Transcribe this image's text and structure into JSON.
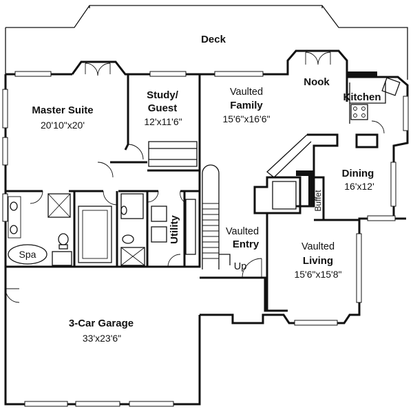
{
  "rooms": {
    "deck": {
      "name": "Deck"
    },
    "nook": {
      "name": "Nook"
    },
    "kitchen": {
      "name": "Kitchen"
    },
    "study": {
      "name_line1": "Study/",
      "name_line2": "Guest",
      "dims": "12'x11'6\""
    },
    "family": {
      "prefix": "Vaulted",
      "name": "Family",
      "dims": "15'6\"x16'6\""
    },
    "master": {
      "name": "Master Suite",
      "dims": "20'10\"x20'"
    },
    "dining": {
      "name": "Dining",
      "dims": "16'x12'"
    },
    "buffet": {
      "name": "Buffet"
    },
    "utility": {
      "name": "Utility"
    },
    "entry": {
      "prefix": "Vaulted",
      "name": "Entry"
    },
    "up": {
      "name": "Up"
    },
    "spa": {
      "name": "Spa"
    },
    "living": {
      "prefix": "Vaulted",
      "name": "Living",
      "dims": "15'6\"x15'8\""
    },
    "garage": {
      "name": "3-Car Garage",
      "dims": "33'x23'6\""
    }
  }
}
